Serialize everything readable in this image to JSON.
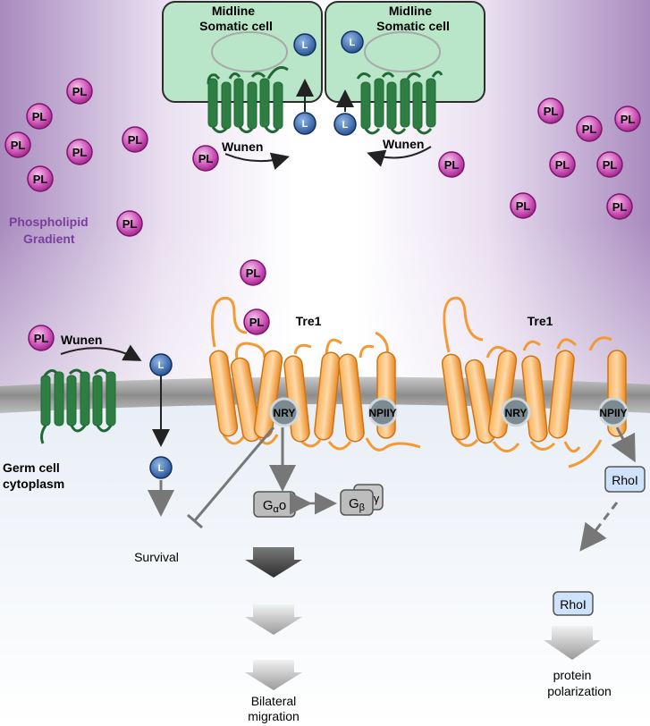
{
  "somatic_cells": [
    {
      "line1": "Midline",
      "line2": "Somatic cell"
    },
    {
      "line1": "Midline",
      "line2": "Somatic cell"
    }
  ],
  "wunen_label": "Wunen",
  "ligand_label": "L",
  "pl_label": "PL",
  "gradient_label": {
    "line1": "Phospholipid",
    "line2": "Gradient"
  },
  "germ_cell_label": {
    "line1": "Germ cell",
    "line2": "cytoplasm"
  },
  "tre1_label": "Tre1",
  "motifs": {
    "nry": "NRY",
    "npiiy": "NPIIY"
  },
  "g_alpha_label": {
    "prefix": "G",
    "sub": "α",
    "suffix": "o"
  },
  "g_beta_label": {
    "prefix": "G",
    "sub": "β"
  },
  "g_gamma_label": "γ",
  "rhol_label": "RhoI",
  "survival_label": "Survival",
  "migration_label": {
    "line1": "Bilateral",
    "line2": "migration"
  },
  "polarization_label": {
    "line1": "protein",
    "line2": "polarization"
  },
  "colors": {
    "gradient_purple": "#a98bbf",
    "pl_magenta": "#b52d9e",
    "ligand_blue": "#2a5fa8",
    "wunen_green": "#1f6a34",
    "somatic_green": "#b9e6c9",
    "tre1_orange": "#f39a35",
    "membrane_gray": "#9a9a9a",
    "gradient_text": "#7a3e9d",
    "rhol_blue": "#cfe2fb"
  }
}
